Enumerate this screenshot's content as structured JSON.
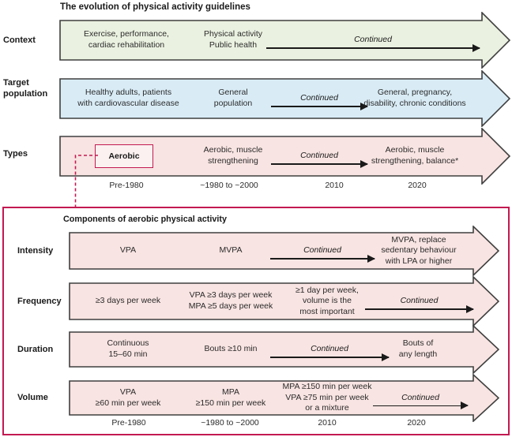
{
  "title": "The evolution of physical activity guidelines",
  "colors": {
    "context_fill": "#eaf1e0",
    "population_fill": "#d9ecf6",
    "types_fill": "#f8e4e2",
    "components_fill": "#f8e4e2",
    "accent_red": "#c31951",
    "arrow_stroke": "#3f3f3f"
  },
  "timeline_top": [
    "Pre-1980",
    "~1980 to ~2000",
    "2010",
    "2020"
  ],
  "timeline_bottom": [
    "Pre-1980",
    "~1980 to ~2000",
    "2010",
    "2020"
  ],
  "rows": {
    "context": {
      "label": "Context",
      "col1": "Exercise, performance,\ncardiac rehabilitation",
      "col2": "Physical activity\nPublic health",
      "continued": "Continued"
    },
    "population": {
      "label": "Target\npopulation",
      "col1": "Healthy adults, patients\nwith cardiovascular disease",
      "col2": "General\npopulation",
      "continued": "Continued",
      "col4": "General, pregnancy,\ndisability, chronic conditions"
    },
    "types": {
      "label": "Types",
      "box_label": "Aerobic",
      "col2": "Aerobic, muscle\nstrengthening",
      "continued": "Continued",
      "col4": "Aerobic, muscle\nstrengthening, balance*"
    }
  },
  "components": {
    "title": "Components of aerobic physical activity",
    "intensity": {
      "label": "Intensity",
      "col1": "VPA",
      "col2": "MVPA",
      "continued": "Continued",
      "col4": "MVPA, replace\nsedentary behaviour\nwith LPA or higher"
    },
    "frequency": {
      "label": "Frequency",
      "col1": "≥3 days per week",
      "col2": "VPA ≥3 days per week\nMPA ≥5 days per week",
      "col3": "≥1 day per week,\nvolume is the\nmost important",
      "continued": "Continued"
    },
    "duration": {
      "label": "Duration",
      "col1": "Continuous\n15–60 min",
      "col2": "Bouts ≥10 min",
      "continued": "Continued",
      "col4": "Bouts of\nany length"
    },
    "volume": {
      "label": "Volume",
      "col1": "VPA\n≥60 min per week",
      "col2": "MPA\n≥150 min per week",
      "col3": "MPA ≥150 min per week\nVPA ≥75 min per week\nor a mixture",
      "continued": "Continued"
    }
  }
}
